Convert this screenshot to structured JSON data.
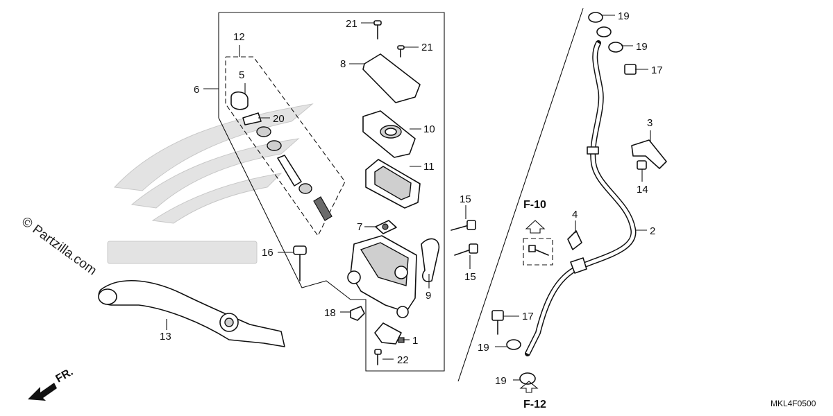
{
  "watermark": "© Partzilla.com",
  "diagram_code": "MKL4F0500",
  "refs": {
    "f10": "F-10",
    "f12": "F-12",
    "front": "FR."
  },
  "callouts": {
    "c1": "1",
    "c2": "2",
    "c3": "3",
    "c4": "4",
    "c5": "5",
    "c6": "6",
    "c7": "7",
    "c8": "8",
    "c9": "9",
    "c10": "10",
    "c11": "11",
    "c12": "12",
    "c13": "13",
    "c14": "14",
    "c15a": "15",
    "c15b": "15",
    "c16": "16",
    "c17a": "17",
    "c17b": "17",
    "c18": "18",
    "c19a": "19",
    "c19b": "19",
    "c19c": "19",
    "c19d": "19",
    "c20": "20",
    "c21a": "21",
    "c21b": "21",
    "c22": "22"
  }
}
